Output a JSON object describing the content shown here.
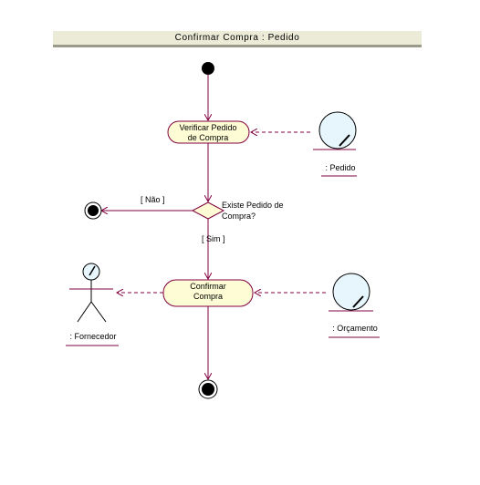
{
  "diagram": {
    "title": "Confirmar Compra : Pedido",
    "activities": {
      "verify_line1": "Verificar Pedido",
      "verify_line2": "de Compra",
      "confirm_line1": "Confirmar",
      "confirm_line2": "Compra"
    },
    "decision": {
      "question_line1": "Existe Pedido de",
      "question_line2": "Compra?",
      "guard_no": "[ Não ]",
      "guard_yes": "[ Sim ]"
    },
    "objects": {
      "pedido": ": Pedido",
      "orcamento": ": Orçamento"
    },
    "actors": {
      "fornecedor": ": Fornecedor"
    }
  }
}
